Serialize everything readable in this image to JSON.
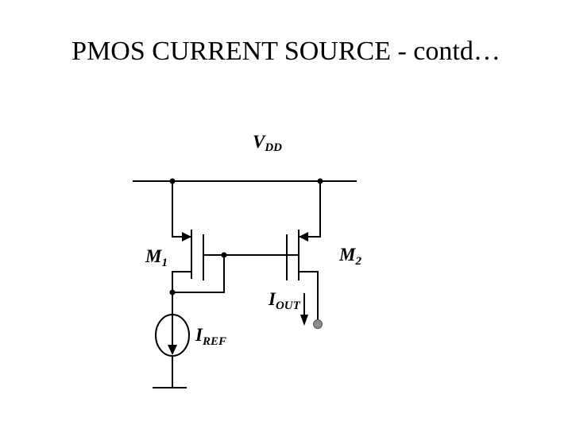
{
  "slide": {
    "title": "PMOS CURRENT SOURCE - contd…"
  },
  "circuit": {
    "vdd": {
      "main": "V",
      "sub": "DD"
    },
    "m1": {
      "main": "M",
      "sub": "1"
    },
    "m2": {
      "main": "M",
      "sub": "2"
    },
    "iout": {
      "main": "I",
      "sub": "OUT"
    },
    "iref": {
      "main": "I",
      "sub": "REF"
    }
  },
  "colors": {
    "ink": "#000000",
    "output_node": "#8a8a8a",
    "background": "#ffffff"
  }
}
